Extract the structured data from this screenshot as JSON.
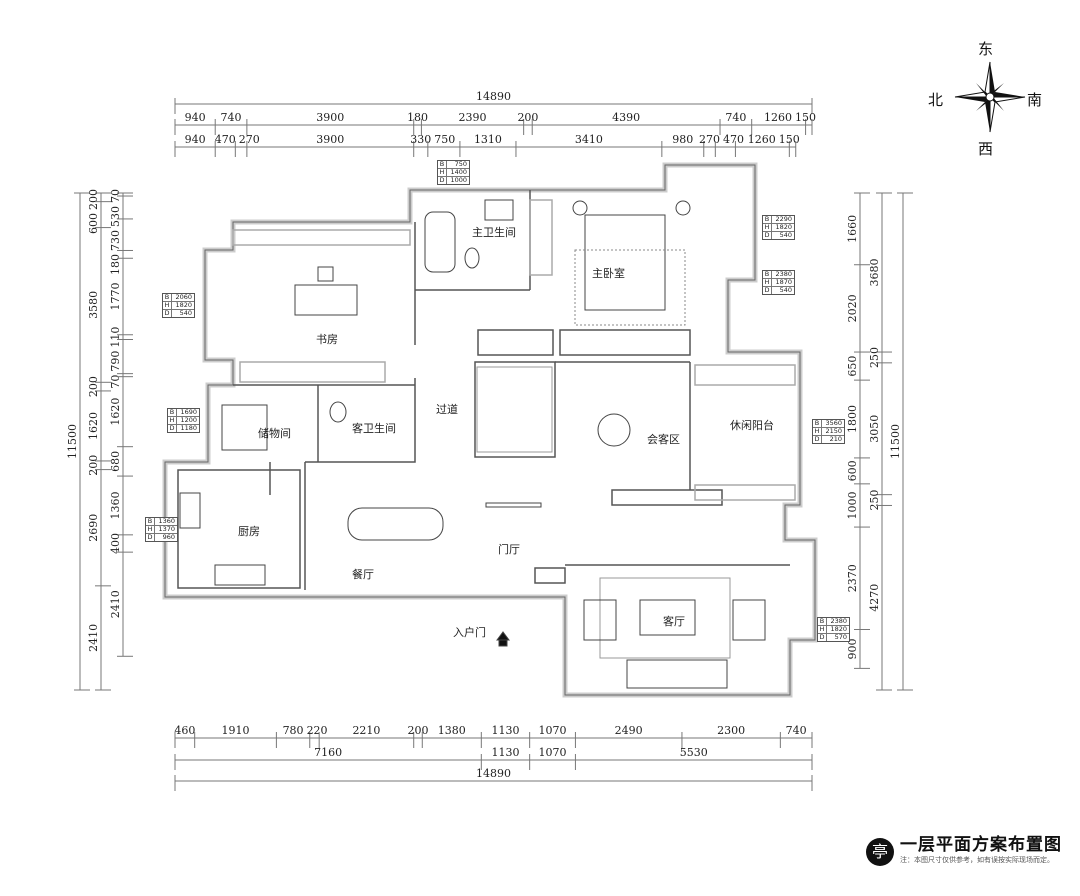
{
  "compass": {
    "north": "北",
    "south": "南",
    "east": "东",
    "west": "西"
  },
  "title": "一层平面方案布置图",
  "note": "注：本图尺寸仅供参考，如有误按实际现场而定。",
  "logo_text": "亭",
  "rooms": {
    "study": "书房",
    "master_bath": "主卫生间",
    "master_bedroom": "主卧室",
    "corridor": "过道",
    "storage": "储物间",
    "guest_bath": "客卫生间",
    "reception": "会客区",
    "leisure_balcony": "休闲阳台",
    "kitchen": "厨房",
    "dining": "餐厅",
    "foyer": "门厅",
    "living": "客厅",
    "entrance": "入户门"
  },
  "window_tables": [
    {
      "B": "750",
      "H": "1400",
      "D": "1000"
    },
    {
      "B": "2290",
      "H": "1820",
      "D": "540"
    },
    {
      "B": "2380",
      "H": "1870",
      "D": "540"
    },
    {
      "B": "2060",
      "H": "1820",
      "D": "540"
    },
    {
      "B": "1690",
      "H": "1200",
      "D": "1180"
    },
    {
      "B": "1360",
      "H": "1370",
      "D": "960"
    },
    {
      "B": "3560",
      "H": "2150",
      "D": "210"
    },
    {
      "B": "2380",
      "H": "1820",
      "D": "570"
    }
  ],
  "dimensions": {
    "top_total": [
      14890
    ],
    "top_row1": [
      940,
      740,
      3900,
      180,
      2390,
      200,
      4390,
      740,
      1260,
      150
    ],
    "top_row2": [
      940,
      470,
      270,
      3900,
      330,
      750,
      1310,
      3410,
      980,
      270,
      470,
      1260,
      150
    ],
    "bottom_row1": [
      460,
      1910,
      780,
      220,
      2210,
      200,
      1380,
      1130,
      1070,
      2490,
      2300,
      740
    ],
    "bottom_row2": [
      7160,
      1130,
      1070,
      5530
    ],
    "bottom_total": [
      14890
    ],
    "left_total": [
      11500
    ],
    "left_outer": [
      200,
      600,
      3580,
      200,
      1620,
      200,
      2690,
      2410
    ],
    "left_inner": [
      70,
      530,
      730,
      180,
      1770,
      110,
      790,
      70,
      1620,
      680,
      1360,
      400,
      2410
    ],
    "right_inner": [
      1660,
      2020,
      650,
      1800,
      600,
      1000,
      2370,
      900
    ],
    "right_outer": [
      3680,
      250,
      3050,
      250,
      4270
    ],
    "right_total": [
      11500
    ]
  }
}
